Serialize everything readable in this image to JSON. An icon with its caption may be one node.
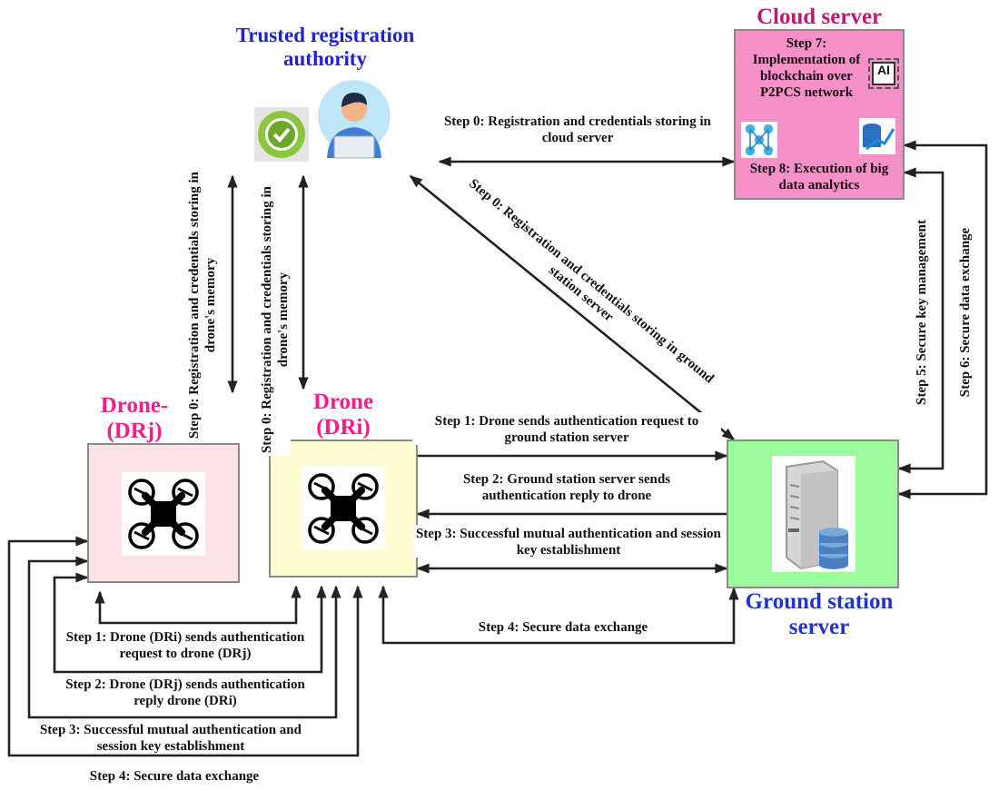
{
  "diagram": {
    "nodes": [
      {
        "text": [
          "Trusted registration authority"
        ]
      },
      {
        "text": [
          "Cloud server",
          "Step 7: Implementation of blockchain over P2PCS network",
          "Step 8: Execution of big data analytics"
        ]
      },
      {
        "text": [
          "Drone- (DRj)"
        ]
      },
      {
        "text": [
          "Drone (DRi)"
        ]
      },
      {
        "text": [
          "Ground station server"
        ]
      }
    ],
    "edges": [
      {
        "from": 0,
        "to": 1,
        "arrow": "both",
        "label": "Step 0: Registration and credentials storing in cloud server"
      },
      {
        "from": 0,
        "to": 4,
        "arrow": "both",
        "label": "Step 0: Registration and credentials storing in ground station server"
      },
      {
        "from": 0,
        "to": 2,
        "arrow": "both",
        "label": "Step 0: Registration and credentials storing in drone's memory"
      },
      {
        "from": 0,
        "to": 3,
        "arrow": "both",
        "label": "Step 0: Registration and credentials storing in drone's memory"
      },
      {
        "from": 3,
        "to": 4,
        "arrow": "to",
        "label": "Step 1: Drone sends authentication request to ground station server"
      },
      {
        "from": 4,
        "to": 3,
        "arrow": "to",
        "label": "Step 2: Ground station server sends authentication reply to drone"
      },
      {
        "from": 3,
        "to": 4,
        "arrow": "both",
        "label": "Step 3: Successful mutual authentication and session key establishment"
      },
      {
        "from": 3,
        "to": 4,
        "arrow": "both",
        "label": "Step 4: Secure data exchange"
      },
      {
        "from": 4,
        "to": 1,
        "arrow": "both",
        "label": "Step 5: Secure key management"
      },
      {
        "from": 4,
        "to": 1,
        "arrow": "both",
        "label": "Step 6: Secure data exchange"
      },
      {
        "from": 3,
        "to": 2,
        "arrow": "both",
        "label": "Step 1: Drone (DRi) sends authentication request to drone (DRj)"
      },
      {
        "from": 3,
        "to": 2,
        "arrow": "both",
        "label": "Step 2: Drone (DRj) sends authentication reply drone (DRi)"
      },
      {
        "from": 3,
        "to": 2,
        "arrow": "both",
        "label": "Step 3: Successful mutual authentication and session key establishment"
      },
      {
        "from": 3,
        "to": 2,
        "arrow": "both",
        "label": "Step 4: Secure data exchange"
      }
    ],
    "labels": [
      "AI"
    ]
  }
}
